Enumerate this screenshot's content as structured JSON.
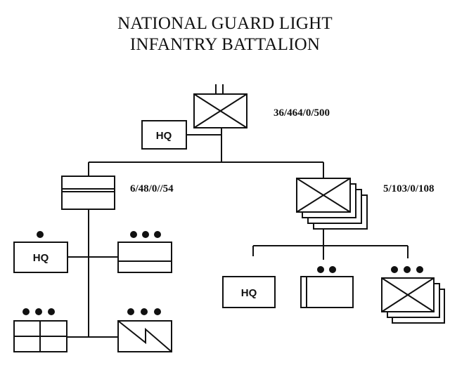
{
  "title": {
    "line1": "NATIONAL GUARD LIGHT",
    "line2": "INFANTRY BATTALION"
  },
  "labels": {
    "battalion": "36/464/0/500",
    "hhc": "6/48/0//54",
    "rifle_companies": "5/103/0/108"
  },
  "hq": {
    "battalion": "HQ",
    "hhc": "HQ",
    "rifle_company": "HQ"
  }
}
